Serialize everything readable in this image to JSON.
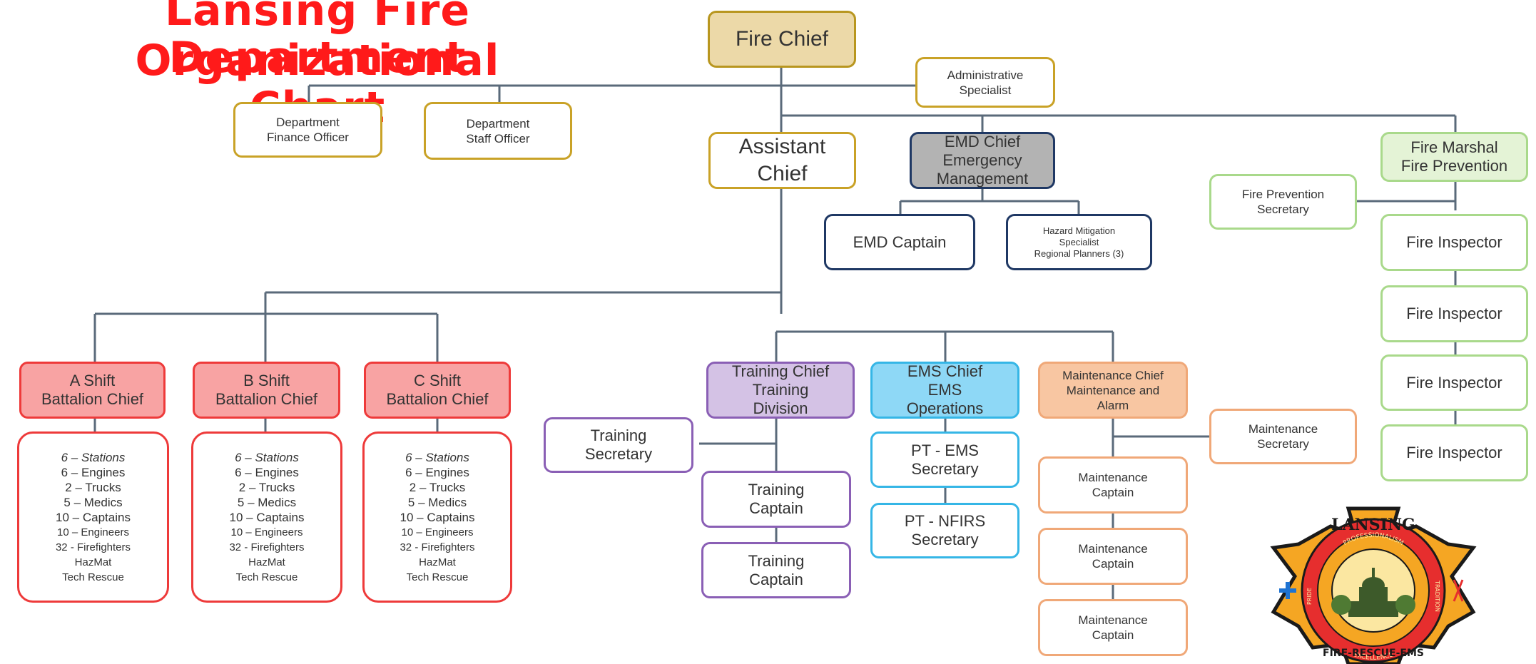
{
  "title": {
    "line1": "Lansing Fire Department",
    "line2": "Organizational Chart"
  },
  "nodes": {
    "fire_chief": "Fire Chief",
    "admin_specialist": [
      "Administrative",
      "Specialist"
    ],
    "finance_officer": [
      "Department",
      "Finance Officer"
    ],
    "staff_officer": [
      "Department",
      "Staff Officer"
    ],
    "assistant_chief": [
      "Assistant",
      "Chief"
    ],
    "emd_chief": [
      "EMD Chief",
      "Emergency",
      "Management"
    ],
    "emd_captain": "EMD Captain",
    "hazard_mitigation": [
      "Hazard Mitigation",
      "Specialist",
      "Regional Planners (3)"
    ],
    "fire_marshal": [
      "Fire Marshal",
      "Fire Prevention"
    ],
    "fire_prevention_secretary": [
      "Fire Prevention",
      "Secretary"
    ],
    "fire_inspector_1": "Fire Inspector",
    "fire_inspector_2": "Fire Inspector",
    "fire_inspector_3": "Fire Inspector",
    "fire_inspector_4": "Fire Inspector",
    "a_shift": [
      "A Shift",
      "Battalion Chief"
    ],
    "b_shift": [
      "B Shift",
      "Battalion Chief"
    ],
    "c_shift": [
      "C Shift",
      "Battalion Chief"
    ],
    "shift_details": {
      "stations": "6 – Stations",
      "engines": "6 – Engines",
      "trucks": "2 – Trucks",
      "medics": "5 – Medics",
      "captains": "10 – Captains",
      "engineers": "10 – Engineers",
      "firefighters": "32 - Firefighters",
      "hazmat": "HazMat",
      "tech_rescue": "Tech Rescue"
    },
    "training_chief": [
      "Training Chief",
      "Training",
      "Division"
    ],
    "training_secretary": [
      "Training",
      "Secretary"
    ],
    "training_captain_1": [
      "Training",
      "Captain"
    ],
    "training_captain_2": [
      "Training",
      "Captain"
    ],
    "ems_chief": [
      "EMS Chief",
      "EMS",
      "Operations"
    ],
    "pt_ems_secretary": [
      "PT - EMS",
      "Secretary"
    ],
    "pt_nfirs_secretary": [
      "PT - NFIRS",
      "Secretary"
    ],
    "maintenance_chief": [
      "Maintenance Chief",
      "Maintenance and",
      "Alarm"
    ],
    "maintenance_secretary": [
      "Maintenance",
      "Secretary"
    ],
    "maintenance_captain_1": [
      "Maintenance",
      "Captain"
    ],
    "maintenance_captain_2": [
      "Maintenance",
      "Captain"
    ],
    "maintenance_captain_3": [
      "Maintenance",
      "Captain"
    ]
  },
  "logo": {
    "top_text": "LANSING",
    "bottom_text": "FIRE-RESCUE-EMS",
    "ring_top": "PROFESSIONALISM",
    "ring_bottom": "EXCELLENCE",
    "ring_left": "PRIDE",
    "ring_right": "TRADITION"
  },
  "colors": {
    "title": "#ff1a1a",
    "gold": "#c9a227",
    "navy": "#1f3864",
    "green": "#a9d98b",
    "red": "#ee3a3a",
    "purple": "#8a5fb5",
    "cyan": "#35b6e6",
    "orange": "#f0a878"
  }
}
